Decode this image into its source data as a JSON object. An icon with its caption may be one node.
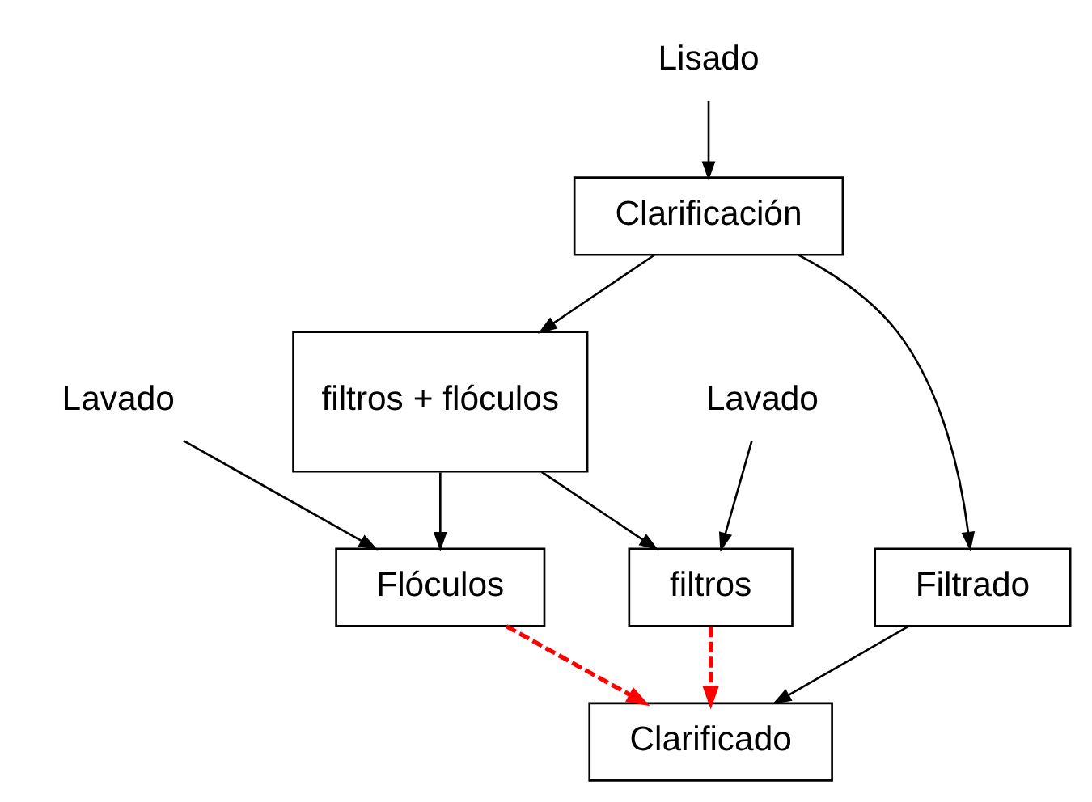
{
  "diagram": {
    "nodes": [
      {
        "text": [
          "Lisado"
        ]
      },
      {
        "text": [
          "Clarificación"
        ]
      },
      {
        "text": [
          "filtros + flóculos"
        ]
      },
      {
        "text": [
          "Filtrado"
        ]
      },
      {
        "text": [
          "Lavado"
        ]
      },
      {
        "text": [
          "Lavado"
        ]
      },
      {
        "text": [
          "filtros"
        ]
      },
      {
        "text": [
          "Flóculos"
        ]
      },
      {
        "text": [
          "Clarificado"
        ]
      }
    ],
    "edges": [
      {
        "from": 0,
        "to": 1,
        "arrow": "to"
      },
      {
        "from": 1,
        "to": 2,
        "arrow": "to"
      },
      {
        "from": 1,
        "to": 3,
        "arrow": "to"
      },
      {
        "from": 2,
        "to": 6,
        "arrow": "to"
      },
      {
        "from": 2,
        "to": 7,
        "arrow": "to"
      },
      {
        "from": 4,
        "to": 6,
        "arrow": "to"
      },
      {
        "from": 5,
        "to": 7,
        "arrow": "to"
      },
      {
        "from": 6,
        "to": 8,
        "arrow": "to",
        "style": "dashed",
        "color": "#ff0000"
      },
      {
        "from": 7,
        "to": 8,
        "arrow": "to",
        "style": "dashed",
        "color": "#ff0000"
      },
      {
        "from": 3,
        "to": 8,
        "arrow": "to"
      }
    ]
  }
}
